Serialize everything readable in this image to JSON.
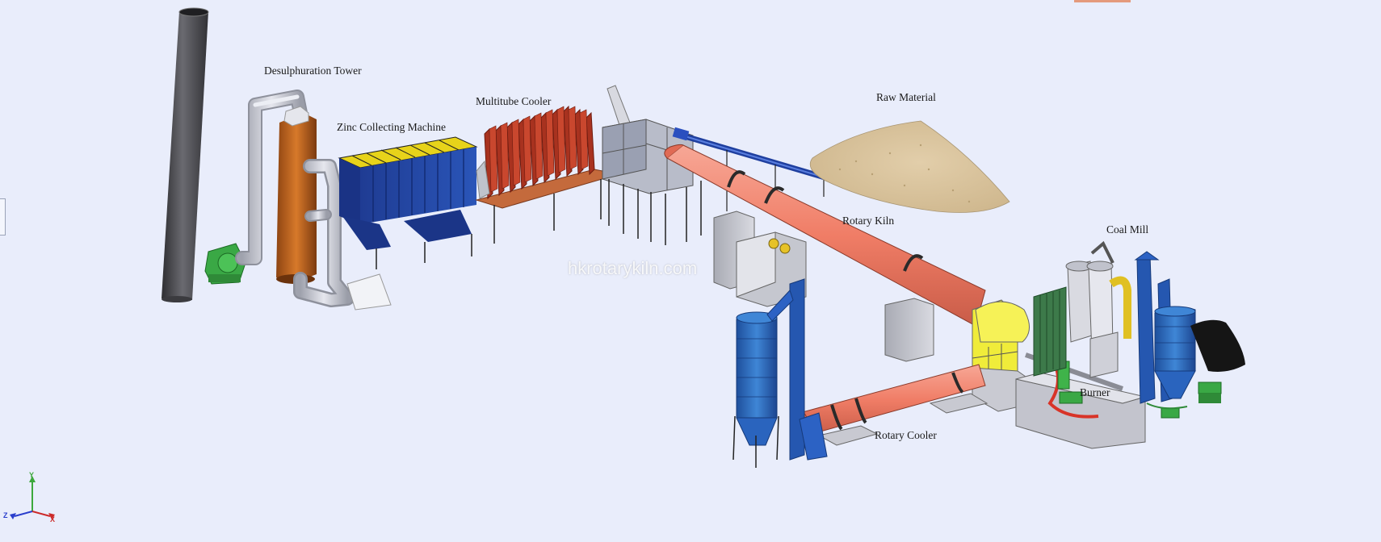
{
  "labels": {
    "desulphuration_tower": "Desulphuration Tower",
    "zinc_collecting_machine": "Zinc Collecting Machine",
    "multitube_cooler": "Multitube Cooler",
    "raw_material": "Raw Material",
    "rotary_kiln": "Rotary Kiln",
    "coal_mill": "Coal Mill",
    "burner": "Burner",
    "rotary_cooler": "Rotary Cooler"
  },
  "watermark": "hkrotarykiln.com",
  "axis_triad": {
    "y": "Y",
    "x": "X",
    "z": "Z"
  },
  "colors": {
    "background": "#e9edfb",
    "kiln": "#f08672",
    "silo": "#2f6fc4",
    "pipe": "#c9cbd3",
    "tower": "#c2641c",
    "collector": "#1f3d9a",
    "collector_top": "#e8d21a",
    "cooler_fins": "#a8321f",
    "material": "#d9c49c",
    "chimney": "#4a4a4e",
    "fan": "#3fb34a",
    "hood": "#f3ee3a"
  }
}
